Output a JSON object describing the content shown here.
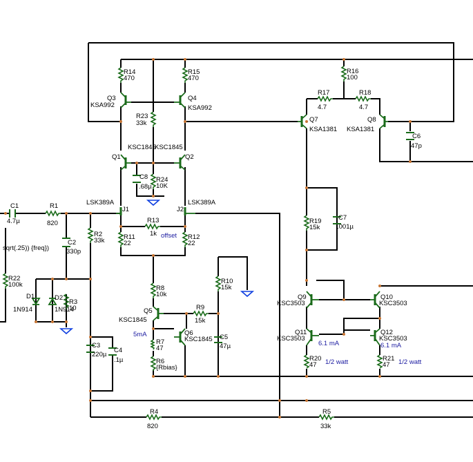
{
  "labels": {
    "R14": "R14",
    "R14v": "470",
    "R15": "R15",
    "R15v": "470",
    "R16": "R16",
    "R16v": "100",
    "R17": "R17",
    "R17v": "4.7",
    "R18": "R18",
    "R18v": "4.7",
    "Q3": "Q3",
    "Q3t": "KSA992",
    "Q4": "Q4",
    "Q4t": "KSA992",
    "R23": "R23",
    "R23v": "33k",
    "Q7": "Q7",
    "Q7t": "KSA1381",
    "Q8": "Q8",
    "Q8t": "KSA1381",
    "C6": "C6",
    "C6v": "47p",
    "Q1t": "KSC1845",
    "Q2t": "KSC1845",
    "Q1": "Q1",
    "Q2": "Q2",
    "C8": "C8",
    "C8v": ".68µ",
    "R24": "R24",
    "R24v": "10K",
    "C1": "C1",
    "C1v": "4.7µ",
    "R1": "R1",
    "R1v": "820",
    "J1t": "LSK389A",
    "J1": "J1",
    "J2t": "LSK389A",
    "J2": "J2",
    "R2": "R2",
    "R2v": "33k",
    "R13": "R13",
    "R13v": "1k",
    "offset": "offset",
    "R11": "R11",
    "R11v": "22",
    "R12": "R12",
    "R12v": "22",
    "C2": "C2",
    "C2v": "330p",
    "sqrt": "sqrt(.25)) {freq})",
    "R19": "R19",
    "R19v": "15k",
    "C7": "C7",
    "C7v": ".001µ",
    "R22": "R22",
    "R22v": "100k",
    "R10": "R10",
    "R10v": "15k",
    "R8": "R8",
    "R8v": "10k",
    "D1": "D1",
    "D1t": "1N914",
    "D2": "D2",
    "D2t": "1N914",
    "R3": "R3",
    "R3v": "10",
    "Q9": "Q9",
    "Q9t": "KSC3503",
    "Q10": "Q10",
    "Q10t": "KSC3503",
    "Q5": "Q5",
    "Q5t": "KSC1845",
    "R9": "R9",
    "R9v": "15k",
    "Q11": "Q11",
    "Q11t": "KSC3503",
    "Q12": "Q12",
    "Q12t": "KSC3503",
    "i5": "5mA",
    "Q6": "Q6",
    "Q6t": "KSC1845",
    "C5": "C5",
    "C5v": "47µ",
    "R7": "R7",
    "R7v": "47",
    "i11": "6.1 mA",
    "i12": "6.1 mA",
    "C3": "C3",
    "C3v": "220µ",
    "C4": "C4",
    "C4v": ".1µ",
    "R6": "R6",
    "R6v": "{Rbias}",
    "R20": "R20",
    "R20v": "47",
    "w20": "1/2 watt",
    "R21": "R21",
    "R21v": "47",
    "w21": "1/2 watt",
    "R4": "R4",
    "R4v": "820",
    "R5": "R5",
    "R5v": "33k"
  }
}
